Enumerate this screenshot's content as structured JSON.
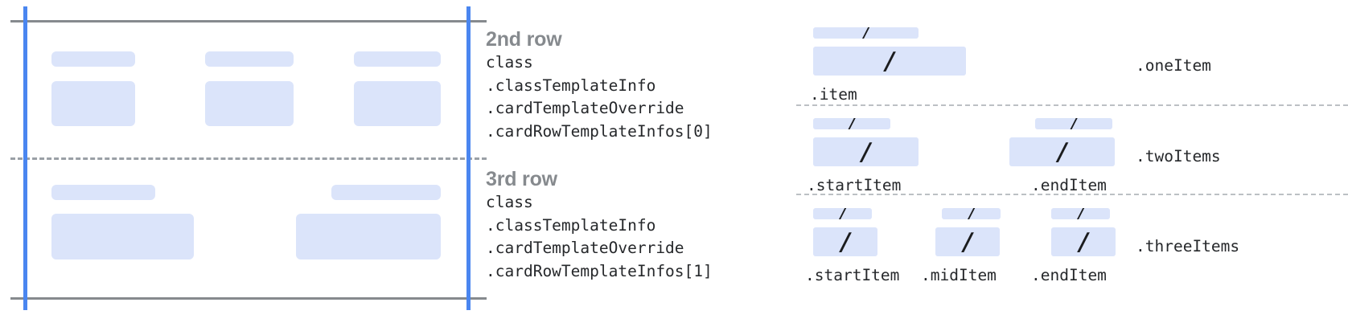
{
  "left_panel": {
    "name": "card-row-template-diagram",
    "guides": {
      "top_rule_color": "#868a8e",
      "bottom_rule_color": "#868a8e",
      "divider_style": "dashed",
      "vertical_guide_color": "#4a86f0"
    },
    "rows": [
      {
        "id": "row-2",
        "cells": [
          {
            "label_bar": "placeholder-label",
            "body_box": "placeholder-body"
          },
          {
            "label_bar": "placeholder-label",
            "body_box": "placeholder-body"
          },
          {
            "label_bar": "placeholder-label",
            "body_box": "placeholder-body"
          }
        ]
      },
      {
        "id": "row-3",
        "cells": [
          {
            "label_bar": "placeholder-label",
            "body_box": "placeholder-body"
          },
          {
            "label_bar": "placeholder-label",
            "body_box": "placeholder-body"
          }
        ]
      }
    ]
  },
  "annotations": [
    {
      "title": "2nd row",
      "lines": [
        "class",
        ".classTemplateInfo",
        ".cardTemplateOverride",
        ".cardRowTemplateInfos[0]"
      ]
    },
    {
      "title": "3rd row",
      "lines": [
        "class",
        ".classTemplateInfo",
        ".cardTemplateOverride",
        ".cardRowTemplateInfos[1]"
      ]
    }
  ],
  "right_panel": {
    "slash_glyph": "/",
    "groups": [
      {
        "name": ".oneItem",
        "items": [
          {
            "label": ".item"
          }
        ]
      },
      {
        "name": ".twoItems",
        "items": [
          {
            "label": ".startItem"
          },
          {
            "label": ".endItem"
          }
        ]
      },
      {
        "name": ".threeItems",
        "items": [
          {
            "label": ".startItem"
          },
          {
            "label": ".midItem"
          },
          {
            "label": ".endItem"
          }
        ]
      }
    ]
  },
  "colors": {
    "placeholder_fill": "#dbe4fa",
    "rule_gray": "#868a8e",
    "guide_blue": "#4a86f0",
    "heading_gray": "#868a8e",
    "code_text": "#26282b",
    "dotted_gray": "#bcc0c4"
  }
}
